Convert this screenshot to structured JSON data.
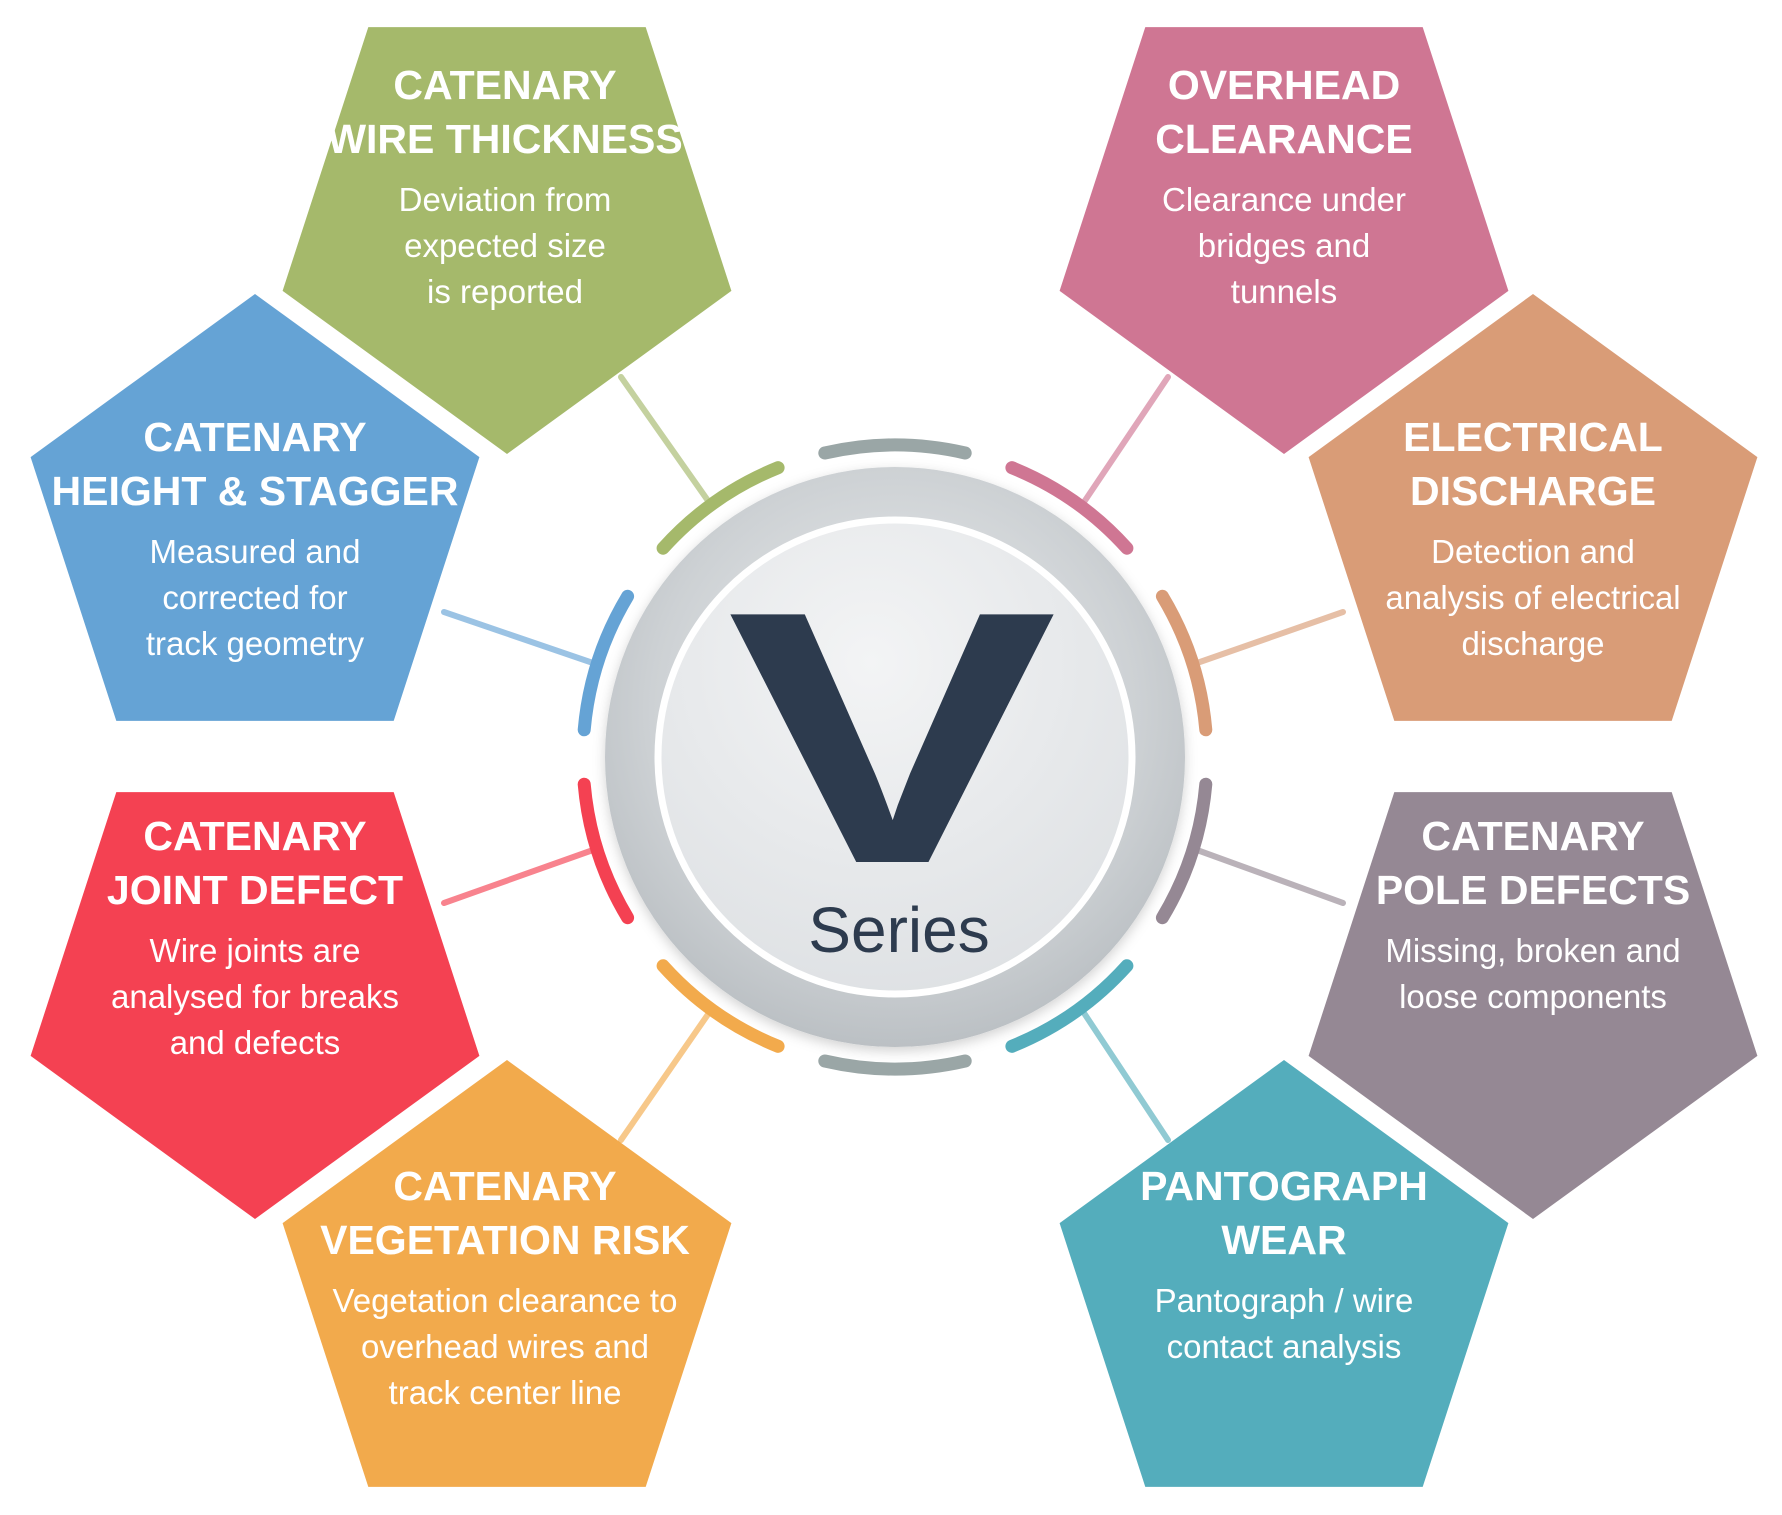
{
  "hub": {
    "letter": "V",
    "label": "Series"
  },
  "colors": {
    "hub_text": "#2d3b4e",
    "ring_gray": "#9aa6a6"
  },
  "segments": [
    {
      "key": "wire-thickness",
      "title": [
        "CATENARY",
        "WIRE THICKNESS"
      ],
      "desc": [
        "Deviation from",
        "expected size",
        "is reported"
      ],
      "color": "#a5b96b"
    },
    {
      "key": "overhead-clearance",
      "title": [
        "OVERHEAD",
        "CLEARANCE"
      ],
      "desc": [
        "Clearance under",
        "bridges and",
        "tunnels"
      ],
      "color": "#cf7693"
    },
    {
      "key": "height-stagger",
      "title": [
        "CATENARY",
        "HEIGHT & STAGGER"
      ],
      "desc": [
        "Measured and",
        "corrected for",
        "track geometry"
      ],
      "color": "#65a3d5"
    },
    {
      "key": "electrical-discharge",
      "title": [
        "ELECTRICAL",
        "DISCHARGE"
      ],
      "desc": [
        "Detection and",
        "analysis of electrical",
        "discharge"
      ],
      "color": "#d99c77"
    },
    {
      "key": "joint-defect",
      "title": [
        "CATENARY",
        "JOINT DEFECT"
      ],
      "desc": [
        "Wire joints are",
        "analysed for breaks",
        "and defects"
      ],
      "color": "#f44152"
    },
    {
      "key": "pole-defects",
      "title": [
        "CATENARY",
        "POLE DEFECTS"
      ],
      "desc": [
        "Missing, broken and",
        "loose components"
      ],
      "color": "#958894"
    },
    {
      "key": "vegetation-risk",
      "title": [
        "CATENARY",
        "VEGETATION RISK"
      ],
      "desc": [
        "Vegetation clearance to",
        "overhead wires and",
        "track center line"
      ],
      "color": "#f2aa4c"
    },
    {
      "key": "pantograph-wear",
      "title": [
        "PANTOGRAPH",
        "WEAR"
      ],
      "desc": [
        "Pantograph / wire",
        "contact analysis"
      ],
      "color": "#54adbc"
    }
  ]
}
